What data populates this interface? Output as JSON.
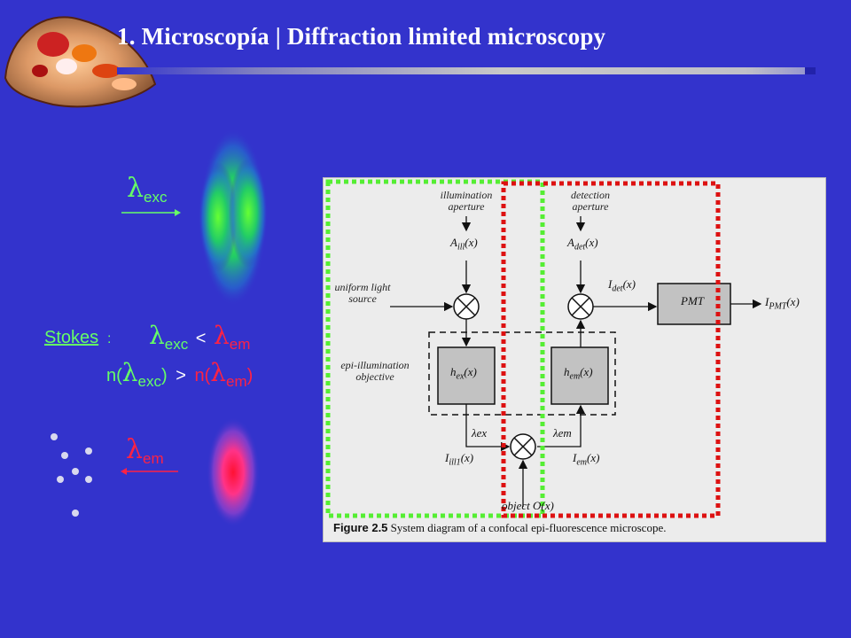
{
  "header": {
    "title": "1.  Microscopía |   Diffraction limited microscopy"
  },
  "labels": {
    "lambda": "λ",
    "exc": "exc",
    "em": "em",
    "stokes": "Stokes",
    "stokes_colon": ":",
    "less_than": "<",
    "greater_than": ">",
    "n_open": "n(",
    "close_paren": ")"
  },
  "figure": {
    "caption_bold": "Figure 2.5",
    "caption_text": " System diagram of a confocal epi-fluorescence microscope.",
    "illumination_aperture": "illumination aperture",
    "detection_aperture": "detection aperture",
    "uniform_light_source": "uniform light source",
    "epi_illumination_objective": "epi-illumination objective",
    "A": "A",
    "ill": "ill",
    "det": "det",
    "x_arg": "(x)",
    "I": "I",
    "ill1": "ill1",
    "em": "em",
    "PMT": "PMT",
    "h": "h",
    "ex": "ex",
    "lambda_ex": "λex",
    "lambda_em": "λem",
    "object": "object",
    "O": "O"
  },
  "colors": {
    "background": "#3333cc",
    "green": "#66ff66",
    "red": "#ff2244",
    "green_box": "#55ee33",
    "red_box": "#dd1111"
  }
}
